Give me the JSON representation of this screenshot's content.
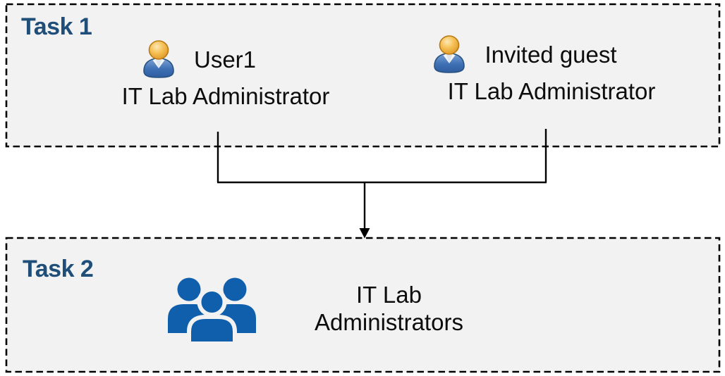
{
  "theme": {
    "bg": "#ffffff",
    "box_fill": "#f2f2f2",
    "border_color": "#000000",
    "title_color": "#1f4e79",
    "text_color": "#0d0d0d",
    "group_icon_color": "#0f5fad"
  },
  "task1": {
    "title": "Task 1",
    "members": [
      {
        "name": "User1",
        "role": "IT Lab Administrator",
        "icon": "user-icon"
      },
      {
        "name": "Invited guest",
        "role": "IT Lab Administrator",
        "icon": "user-icon"
      }
    ]
  },
  "task2": {
    "title": "Task 2",
    "group_label": "IT Lab Administrators",
    "icon": "group-icon"
  },
  "connector": {
    "type": "merge-arrow",
    "description": "lines from both Task 1 members merge and point down into Task 2"
  }
}
